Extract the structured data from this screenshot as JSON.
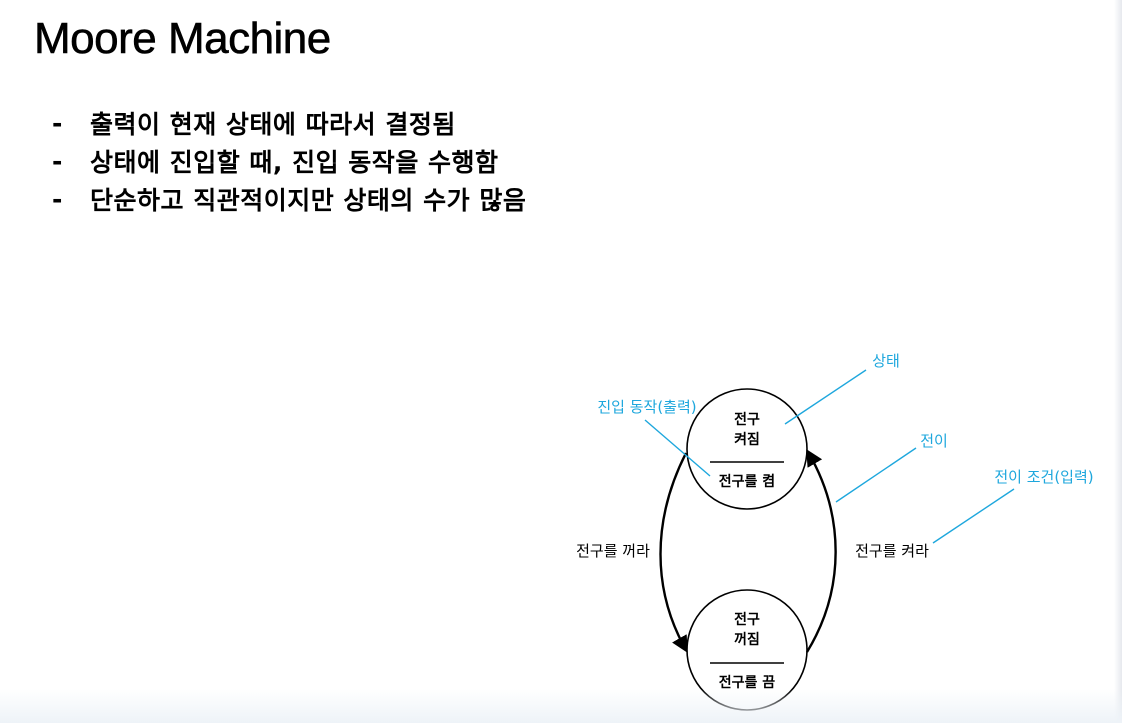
{
  "slide": {
    "title": "Moore Machine",
    "bullets": [
      "출력이 현재 상태에 따라서 결정됨",
      "상태에 진입할 때, 진입 동작을 수행함",
      "단순하고 직관적이지만 상태의 수가 많음"
    ],
    "bullet_marker": "-"
  },
  "diagram": {
    "states": [
      {
        "name_line1": "전구",
        "name_line2": "켜짐",
        "entry_action": "전구를 켬"
      },
      {
        "name_line1": "전구",
        "name_line2": "꺼짐",
        "entry_action": "전구를 끔"
      }
    ],
    "transitions": [
      {
        "label": "전구를 꺼라",
        "from": "전구 켜짐",
        "to": "전구 꺼짐"
      },
      {
        "label": "전구를 켜라",
        "from": "전구 꺼짐",
        "to": "전구 켜짐"
      }
    ],
    "annotations": {
      "state": "상태",
      "entry_action": "진입 동작(출력)",
      "transition": "전이",
      "transition_condition": "전이 조건(입력)"
    },
    "colors": {
      "annotation": "#1ea7dd",
      "stroke": "#000000"
    }
  }
}
